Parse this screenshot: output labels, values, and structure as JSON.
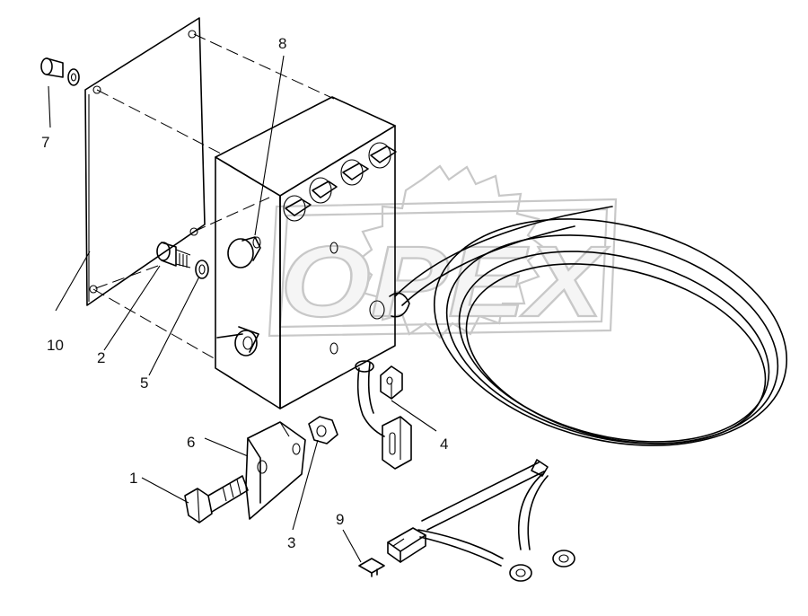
{
  "watermark": {
    "text": "OPEX",
    "color": "#c8c8c8"
  },
  "callouts": {
    "c1": "1",
    "c2": "2",
    "c3": "3",
    "c4": "4",
    "c5": "5",
    "c6": "6",
    "c7": "7",
    "c8": "8",
    "c9": "9",
    "c10": "10"
  },
  "parts": [
    {
      "id": "cover-plate",
      "callout": "10"
    },
    {
      "id": "screw",
      "callout": "2"
    },
    {
      "id": "lock-washer",
      "callout": "5"
    },
    {
      "id": "nut",
      "callout": "3"
    },
    {
      "id": "insert-nut",
      "callout": "4"
    },
    {
      "id": "bracket",
      "callout": "6"
    },
    {
      "id": "hex-bolt",
      "callout": "1"
    },
    {
      "id": "rivet-with-washer",
      "callout": "7"
    },
    {
      "id": "push-button",
      "callout": "8"
    },
    {
      "id": "fuse",
      "callout": "9"
    }
  ]
}
